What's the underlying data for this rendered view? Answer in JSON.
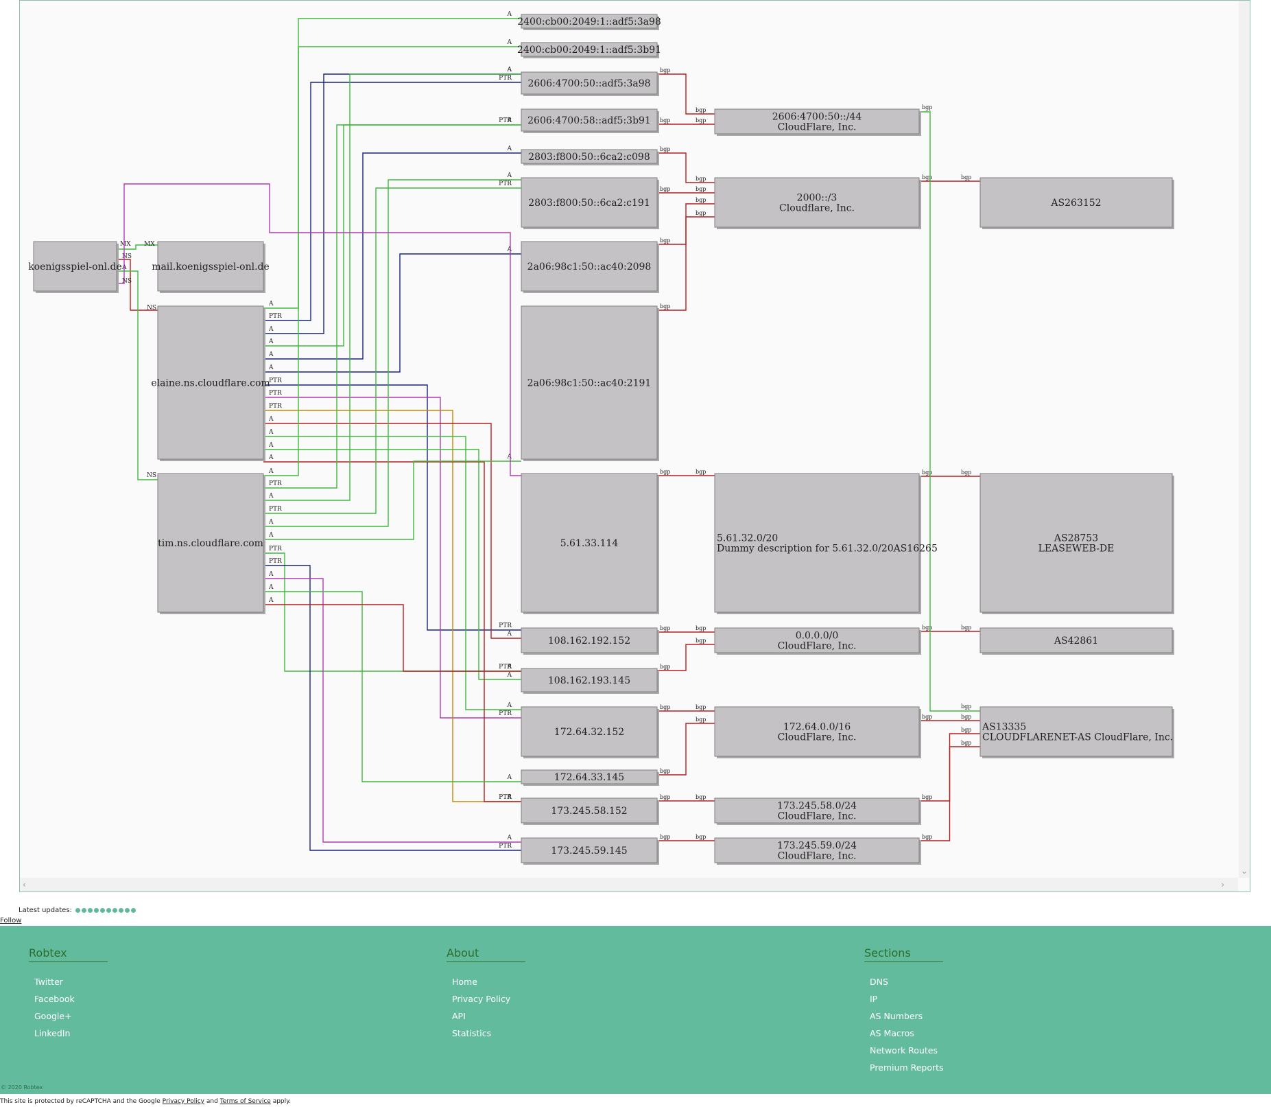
{
  "graph": {
    "nodes": [
      {
        "id": "n_dom",
        "label": "koenigsspiel-onl.de"
      },
      {
        "id": "n_mail",
        "label": "mail.koenigsspiel-onl.de"
      },
      {
        "id": "n_elaine",
        "label": "elaine.ns.cloudflare.com"
      },
      {
        "id": "n_tim",
        "label": "tim.ns.cloudflare.com"
      },
      {
        "id": "ip1",
        "label": "2400:cb00:2049:1::adf5:3a98"
      },
      {
        "id": "ip2",
        "label": "2400:cb00:2049:1::adf5:3b91"
      },
      {
        "id": "ip3",
        "label": "2606:4700:50::adf5:3a98"
      },
      {
        "id": "ip4",
        "label": "2606:4700:58::adf5:3b91"
      },
      {
        "id": "ip5",
        "label": "2803:f800:50::6ca2:c098"
      },
      {
        "id": "ip6",
        "label": "2803:f800:50::6ca2:c191"
      },
      {
        "id": "ip7",
        "label": "2a06:98c1:50::ac40:2098"
      },
      {
        "id": "ip8",
        "label": "2a06:98c1:50::ac40:2191"
      },
      {
        "id": "ip9",
        "label": "5.61.33.114"
      },
      {
        "id": "ip10",
        "label": "108.162.192.152"
      },
      {
        "id": "ip11",
        "label": "108.162.193.145"
      },
      {
        "id": "ip12",
        "label": "172.64.32.152"
      },
      {
        "id": "ip13",
        "label": "172.64.33.145"
      },
      {
        "id": "ip14",
        "label": "173.245.58.152"
      },
      {
        "id": "ip15",
        "label": "173.245.59.145"
      },
      {
        "id": "r1",
        "label": "2606:4700:50::/44\nCloudFlare, Inc."
      },
      {
        "id": "r2",
        "label": "2000::/3\nCloudflare, Inc."
      },
      {
        "id": "r3",
        "label": "5.61.32.0/20\nDummy description for 5.61.32.0/20AS16265"
      },
      {
        "id": "r4",
        "label": "0.0.0.0/0\nCloudFlare, Inc."
      },
      {
        "id": "r5",
        "label": "172.64.0.0/16\nCloudFlare, Inc."
      },
      {
        "id": "r6",
        "label": "173.245.58.0/24\nCloudFlare, Inc."
      },
      {
        "id": "r7",
        "label": "173.245.59.0/24\nCloudFlare, Inc."
      },
      {
        "id": "as1",
        "label": "AS263152"
      },
      {
        "id": "as2",
        "label": "AS28753\nLEASEWEB-DE"
      },
      {
        "id": "as3",
        "label": "AS42861"
      },
      {
        "id": "as4",
        "label": "AS13335\nCLOUDFLARENET-AS CloudFlare, Inc."
      }
    ],
    "edge_labels": {
      "a": "A",
      "ptr": "PTR",
      "mx": "MX",
      "ns": "NS",
      "bgp": "bgp"
    },
    "colors": {
      "green": "#3dba3d",
      "navy": "#1a237e",
      "magenta": "#b23ab2",
      "red": "#b81e1e",
      "orange": "#c8860a",
      "node_fill": "#c4c2c4",
      "node_stroke": "#7f7f7f"
    }
  },
  "footer": {
    "latest_updates": "Latest updates:",
    "follow": "Follow",
    "robtex": {
      "title": "Robtex",
      "links": [
        "Twitter",
        "Facebook",
        "Google+",
        "LinkedIn"
      ]
    },
    "about": {
      "title": "About",
      "links": [
        "Home",
        "Privacy Policy",
        "API",
        "Statistics"
      ]
    },
    "sections": {
      "title": "Sections",
      "links": [
        "DNS",
        "IP",
        "AS Numbers",
        "AS Macros",
        "Network Routes",
        "Premium Reports"
      ]
    },
    "copyright": "© 2020 Robtex",
    "recaptcha_pre": "This site is protected by reCAPTCHA and the Google ",
    "privacy": "Privacy Policy",
    "and": " and ",
    "terms": "Terms of Service",
    "apply": " apply."
  }
}
